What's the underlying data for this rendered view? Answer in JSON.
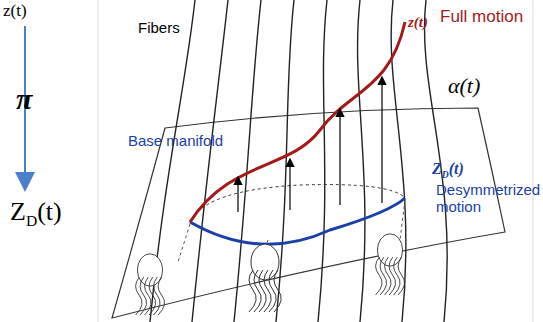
{
  "diagram": {
    "labels": [
      "z(t)",
      "π",
      "ZD(t)",
      "Fibers",
      "Full motion",
      "z(t)",
      "α(t)",
      "Base manifold",
      "ZD(t)",
      "Desymmetrized motion"
    ]
  }
}
